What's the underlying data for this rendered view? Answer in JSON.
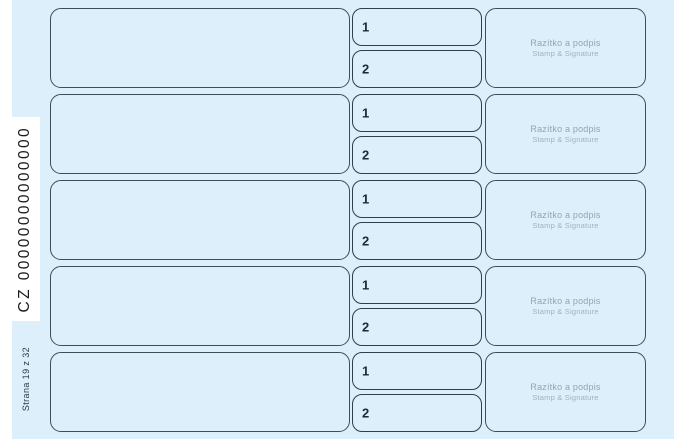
{
  "page": {
    "background_color": "#ddeffb",
    "margin_color": "#ffffff",
    "vertical_code": "CZ 00000000000000",
    "page_indicator": "Strana 19 z 32"
  },
  "theme": {
    "box_fill": "#ddeffb",
    "box_border": "#3b4e5c",
    "number_border": "#2f3f4c",
    "stamp_text_color": "#8fa6b5",
    "code_text_color": "#1b1b1b"
  },
  "stamp": {
    "title": "Razítko a podpis",
    "subtitle": "Stamp & Signature"
  },
  "numbers": {
    "first": "1",
    "second": "2"
  },
  "rows": [
    {
      "main_value": "",
      "items": [
        {
          "number": "1",
          "value": ""
        },
        {
          "number": "2",
          "value": ""
        }
      ],
      "stamp_title": "Razítko a podpis",
      "stamp_subtitle": "Stamp & Signature"
    },
    {
      "main_value": "",
      "items": [
        {
          "number": "1",
          "value": ""
        },
        {
          "number": "2",
          "value": ""
        }
      ],
      "stamp_title": "Razítko a podpis",
      "stamp_subtitle": "Stamp & Signature"
    },
    {
      "main_value": "",
      "items": [
        {
          "number": "1",
          "value": ""
        },
        {
          "number": "2",
          "value": ""
        }
      ],
      "stamp_title": "Razítko a podpis",
      "stamp_subtitle": "Stamp & Signature"
    },
    {
      "main_value": "",
      "items": [
        {
          "number": "1",
          "value": ""
        },
        {
          "number": "2",
          "value": ""
        }
      ],
      "stamp_title": "Razítko a podpis",
      "stamp_subtitle": "Stamp & Signature"
    },
    {
      "main_value": "",
      "items": [
        {
          "number": "1",
          "value": ""
        },
        {
          "number": "2",
          "value": ""
        }
      ],
      "stamp_title": "Razítko a podpis",
      "stamp_subtitle": "Stamp & Signature"
    }
  ]
}
